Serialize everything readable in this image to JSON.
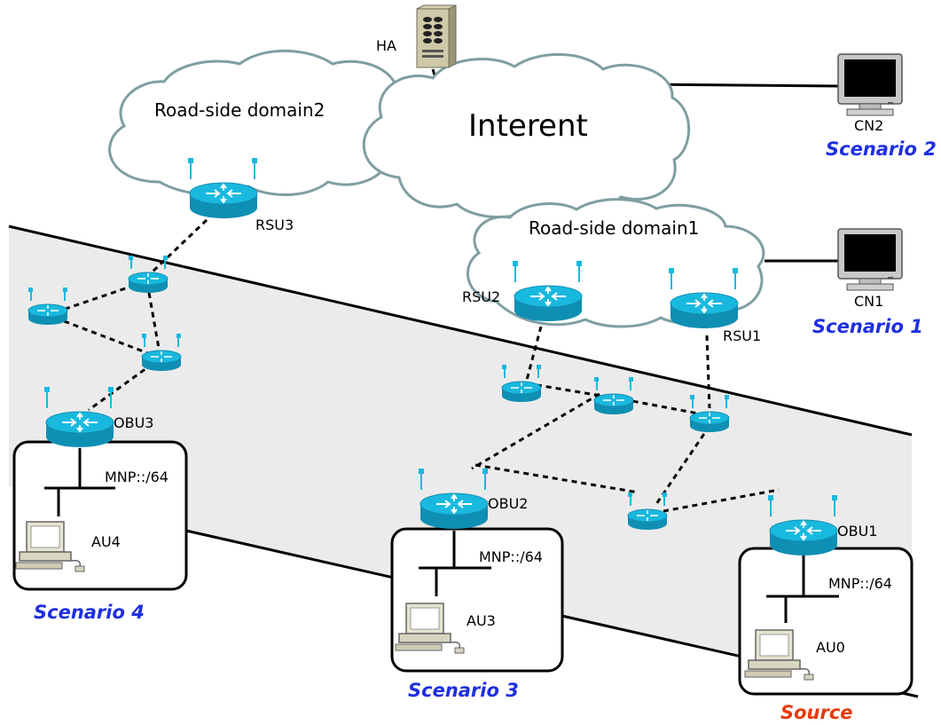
{
  "clouds": {
    "internet": "Interent",
    "domain2": "Road-side domain2",
    "domain1": "Road-side domain1"
  },
  "nodes": {
    "ha": "HA",
    "cn1": "CN1",
    "cn2": "CN2",
    "rsu1": "RSU1",
    "rsu2": "RSU2",
    "rsu3": "RSU3",
    "obu1": "OBU1",
    "obu2": "OBU2",
    "obu3": "OBU3",
    "au0": "AU0",
    "au3": "AU3",
    "au4": "AU4"
  },
  "prefixes": {
    "obu1": "MNP::/64",
    "obu2": "MNP::/64",
    "obu3": "MNP::/64"
  },
  "scenarios": {
    "s1": "Scenario 1",
    "s2": "Scenario 2",
    "s3": "Scenario 3",
    "s4": "Scenario 4",
    "source": "Source"
  },
  "colors": {
    "router": "#19b9df",
    "cloud_border": "#7f9ea2",
    "scenario_label": "#1f2fe0",
    "source_label": "#e83a0c",
    "road_fill": "#ebebeb"
  }
}
